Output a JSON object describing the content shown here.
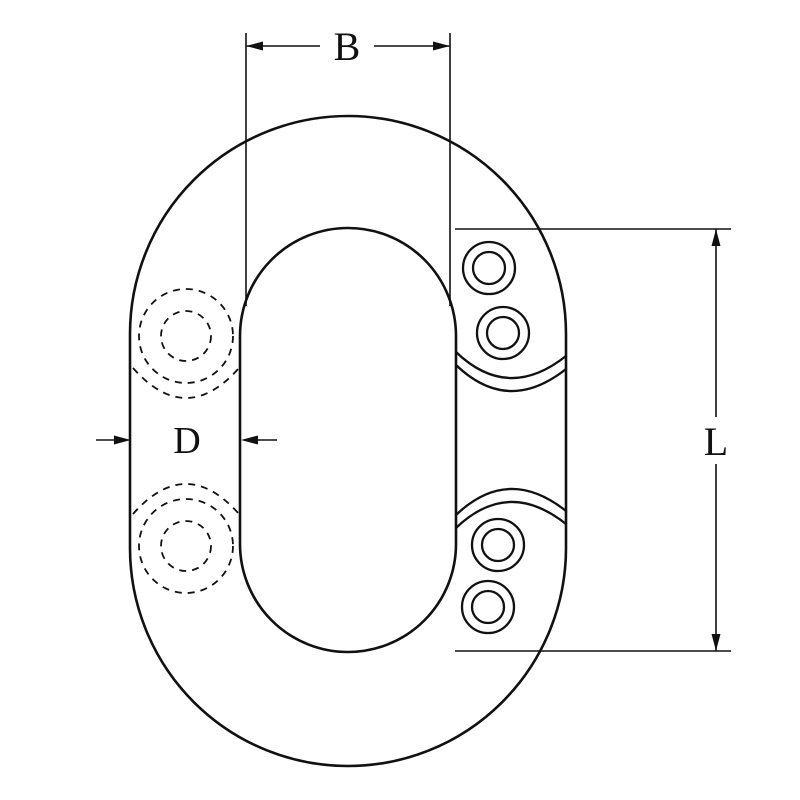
{
  "drawing": {
    "labels": {
      "inner_width": "B",
      "inner_length": "L",
      "material_diameter": "D"
    },
    "colors": {
      "line": "#111111",
      "background": "#ffffff"
    }
  }
}
